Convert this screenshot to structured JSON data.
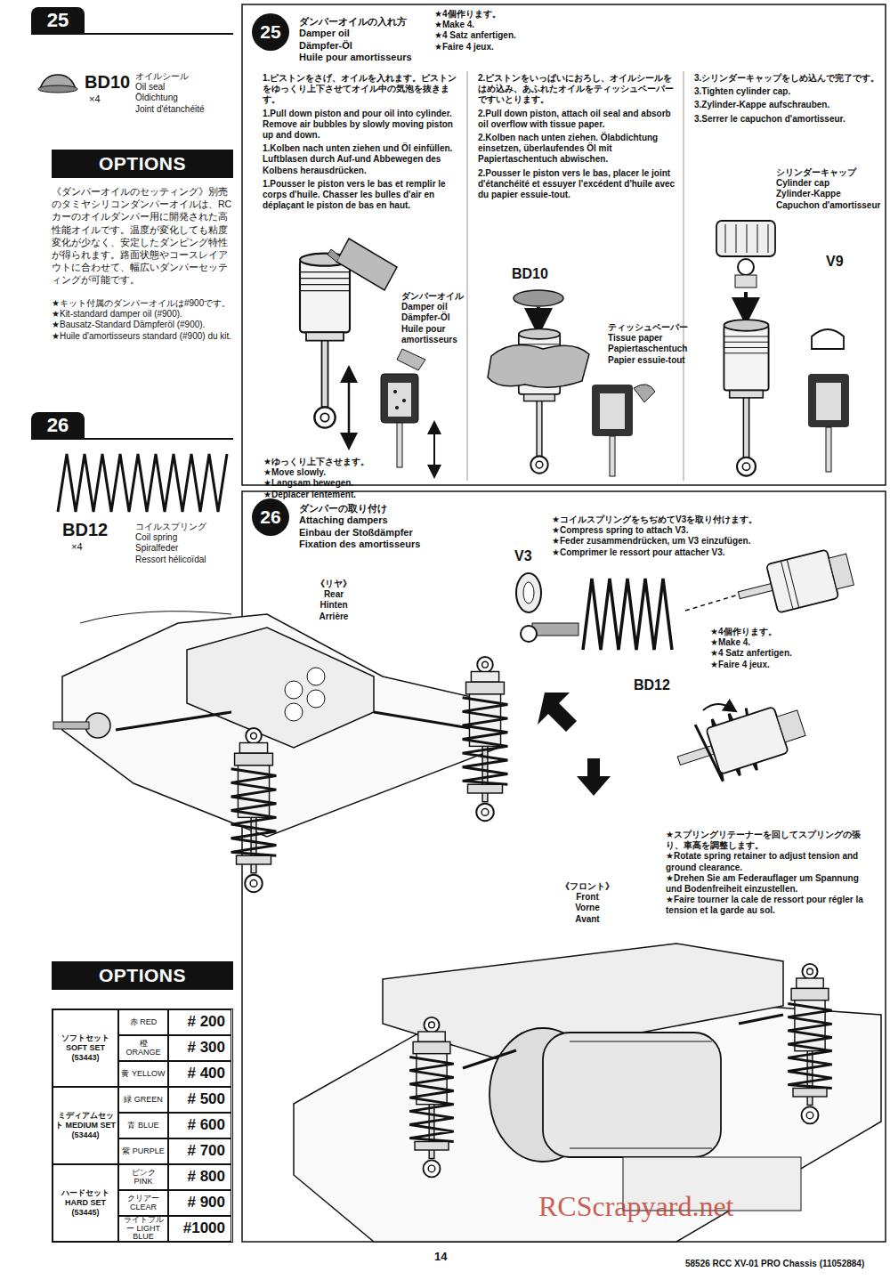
{
  "diagram": {
    "nodes": [
      {
        "text": [
          "25"
        ]
      },
      {
        "text": [
          "OPTIONS"
        ]
      },
      {
        "text": [
          "26"
        ]
      },
      {
        "text": [
          "OPTIONS"
        ]
      },
      {
        "text": [
          "25"
        ]
      },
      {
        "text": [
          "26"
        ]
      }
    ],
    "labels": [
      "BD10",
      "×4",
      "オイルシール",
      "Oil seal",
      "Öldichtung",
      "Joint d'étanchéité",
      "《ダンパーオイルのセッティング》別売のタミヤシリコンダンパーオイルは、RCカーのオイルダンパー用に開発された高性能オイルです。温度が変化しても粘度変化が少なく、安定したダンピング特性が得られます。路面状態やコースレイアウトに合わせて、幅広いダンパーセッティングが可能です。",
      "★キット付属のダンパーオイルは#900です。",
      "★Kit-standard damper oil (#900).",
      "★Bausatz-Standard Dämpferöl (#900).",
      "★Huile d'amortisseurs standard (#900) du kit.",
      "BD12",
      "×4",
      "コイルスプリング",
      "Coil spring",
      "Spiralfeder",
      "Ressort hélicoïdal",
      "ソフトセット SOFT SET (53443)",
      "赤 RED",
      "# 200",
      "橙 ORANGE",
      "# 300",
      "黄 YELLOW",
      "# 400",
      "ミディアムセット MEDIUM SET (53444)",
      "緑 GREEN",
      "# 500",
      "青 BLUE",
      "# 600",
      "紫 PURPLE",
      "# 700",
      "ハードセット HARD SET (53445)",
      "ピンク PINK",
      "# 800",
      "クリアー CLEAR",
      "# 900",
      "ライトブルー LIGHT BLUE",
      "#1000",
      "ダンパーオイルの入れ方",
      "Damper oil",
      "Dämpfer-Öl",
      "Huile pour amortisseurs",
      "★4個作ります。",
      "★Make 4.",
      "★4 Satz anfertigen.",
      "★Faire 4 jeux.",
      "1.ピストンをさげ、オイルを入れます。ピストンをゆっくり上下させてオイル中の気泡を抜きます。",
      "1.Pull down piston and pour oil into cylinder. Remove air bubbles by slowly moving piston up and down.",
      "1.Kolben nach unten ziehen und Öl einfüllen. Luftblasen durch Auf-und Abbewegen des Kolbens herausdrücken.",
      "1.Pousser le piston vers le bas et remplir le corps d'huile. Chasser les bulles d'air en déplaçant le piston de bas en haut.",
      "2.ピストンをいっぱいにおろし、オイルシールをはめ込み、あふれたオイルをティッシュペーパーですいとります。",
      "2.Pull down piston, attach oil seal and absorb oil overflow with tissue paper.",
      "2.Kolben nach unten ziehen. Ölabdichtung einsetzen, überlaufendes Öl mit Papiertaschentuch abwischen.",
      "2.Pousser le piston vers le bas, placer le joint d'étanchéité et essuyer l'excédent d'huile avec du papier essuie-tout.",
      "3.シリンダーキャップをしめ込んで完了です。",
      "3.Tighten cylinder cap.",
      "3.Zylinder-Kappe aufschrauben.",
      "3.Serrer le capuchon d'amortisseur.",
      "ダンパーオイル",
      "Damper oil",
      "Dämpfer-Öl",
      "Huile pour amortisseurs",
      "★ゆっくり上下させます。",
      "★Move slowly.",
      "★Langsam bewegen.",
      "★Déplacer lentement.",
      "BD10",
      "ティッシュペーパー",
      "Tissue paper",
      "Papiertaschentuch",
      "Papier essuie-tout",
      "シリンダーキャップ",
      "Cylinder cap",
      "Zylinder-Kappe",
      "Capuchon d'amortisseur",
      "V9",
      "ダンパーの取り付け",
      "Attaching dampers",
      "Einbau der Stoßdämpfer",
      "Fixation des amortisseurs",
      "★コイルスプリングをちぢめてV3を取り付けます。",
      "★Compress spring to attach V3.",
      "★Feder zusammendrücken, um V3 einzufügen.",
      "★Comprimer le ressort pour attacher V3.",
      "V3",
      "★4個作ります。",
      "★Make 4.",
      "★4 Satz anfertigen.",
      "★Faire 4 jeux.",
      "BD12",
      "《リヤ》",
      "Rear",
      "Hinten",
      "Arrière",
      "★スプリングリテーナーを回してスプリングの張り、車高を調整します。",
      "★Rotate spring retainer to adjust tension and ground clearance.",
      "★Drehen Sie am Federauflager um Spannung und Bodenfreiheit einzustellen.",
      "★Faire tourner la cale de ressort pour régler la tension et la garde au sol.",
      "《フロント》",
      "Front",
      "Vorne",
      "Avant",
      "14",
      "58526 RCC XV-01 PRO Chassis (11052884)",
      "RCScrapyard.net"
    ]
  }
}
